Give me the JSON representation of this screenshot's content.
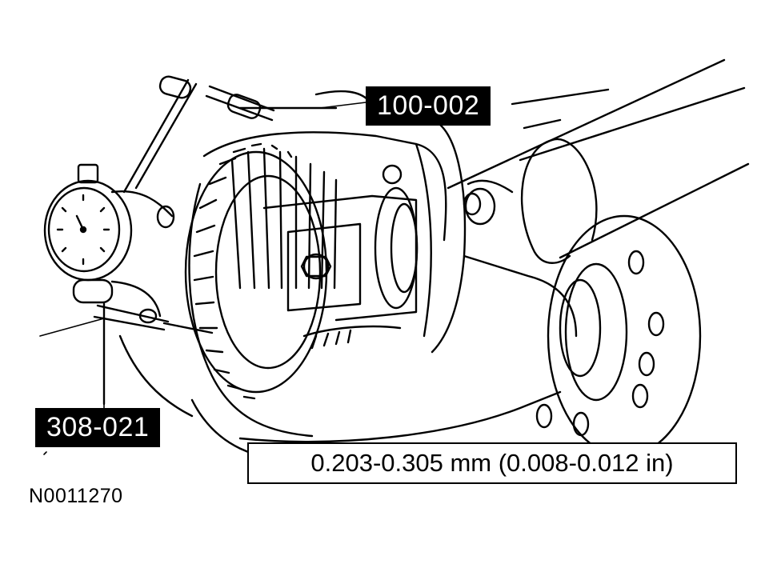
{
  "labels": {
    "tool_top": "100-002",
    "tool_left": "308-021"
  },
  "specification": "0.203-0.305 mm (0.008-0.012 in)",
  "figure_id": "N0011270",
  "colors": {
    "ink": "#000000",
    "paper": "#ffffff",
    "label_bg": "#000000",
    "label_text": "#ffffff"
  }
}
